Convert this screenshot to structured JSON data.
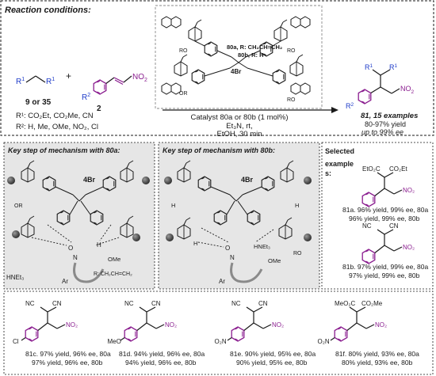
{
  "reaction_conditions": {
    "heading": "Reaction conditions:",
    "reactant1_label": "9 or 35",
    "plus": "+",
    "reactant2_label": "2",
    "no2": "NO",
    "no2_sub": "2",
    "r1_sub": "1",
    "r2_sub": "2",
    "r_letter": "R",
    "r1_defs": "R¹: CO₂Et, CO₂Me, CN",
    "r2_defs": "R²: H, Me, OMe, NO₂, Cl",
    "catalyst_80a": "80a, R: CH₂CH=CH₂",
    "catalyst_80b": "80b, R: H",
    "counterion": "4Br",
    "catalyst_label": "Catalyst 80a or 80b (1 mol%)",
    "base_label": "Et₃N, rt,",
    "solvent_label": "EtOH, 30 min",
    "product_label": "81, 15 examples",
    "product_yield": "80-97% yield",
    "product_ee": "up to 99% ee",
    "ro": "RO",
    "or": "OR"
  },
  "mechanism_a": {
    "title": "Key step of mechanism with 80a:",
    "counterion": "4Br",
    "base": "HNEt₃",
    "r_def": "R: CH₂CH=CH₂",
    "ome": "OMe",
    "ar": "Ar",
    "h": "H",
    "n": "N",
    "o": "O",
    "or": "OR"
  },
  "mechanism_b": {
    "title": "Key step of mechanism with 80b:",
    "counterion": "4Br",
    "base": "HNEt₃",
    "ome": "OMe",
    "ar": "Ar",
    "h": "H",
    "n": "N",
    "o": "O",
    "ro": "RO"
  },
  "examples": {
    "heading_line1": "Selected",
    "heading_line2": "example",
    "heading_line3": "s:",
    "items": [
      {
        "id": "81a",
        "r": "CO2Et",
        "left_group": "EtO₂C",
        "right_group": "CO₂Et",
        "aryl": "",
        "line1": "81a. 96% yield, 99% ee, 80a",
        "line2": "96% yield, 99% ee, 80b"
      },
      {
        "id": "81b",
        "r": "CN",
        "left_group": "NC",
        "right_group": "CN",
        "aryl": "",
        "line1": "81b. 97% yield, 99% ee, 80a",
        "line2": "97% yield, 99% ee, 80b"
      },
      {
        "id": "81c",
        "r": "CN",
        "left_group": "NC",
        "right_group": "CN",
        "aryl": "Cl",
        "line1": "81c. 97% yield, 96% ee, 80a",
        "line2": "97% yield, 96% ee, 80b"
      },
      {
        "id": "81d",
        "r": "CN",
        "left_group": "NC",
        "right_group": "CN",
        "aryl": "MeO",
        "line1": "81d. 94% yield, 96% ee, 80a",
        "line2": "94% yield, 96% ee, 80b"
      },
      {
        "id": "81e",
        "r": "CN",
        "left_group": "NC",
        "right_group": "CN",
        "aryl": "O₂N",
        "line1": "81e. 90% yield, 95% ee, 80a",
        "line2": "90% yield, 95% ee, 80b"
      },
      {
        "id": "81f",
        "r": "CO2Me",
        "left_group": "MeO₂C",
        "right_group": "CO₂Me",
        "aryl": "O₂N",
        "line1": "81f. 80% yield, 93% ee, 80a",
        "line2": "80% yield, 93% ee, 80b"
      }
    ],
    "no2": "NO₂"
  },
  "colors": {
    "purple": "#8a1d8f",
    "blue": "#1f3cc9",
    "panel_grey": "#e6e6e6",
    "ink": "#1a1a1a"
  }
}
